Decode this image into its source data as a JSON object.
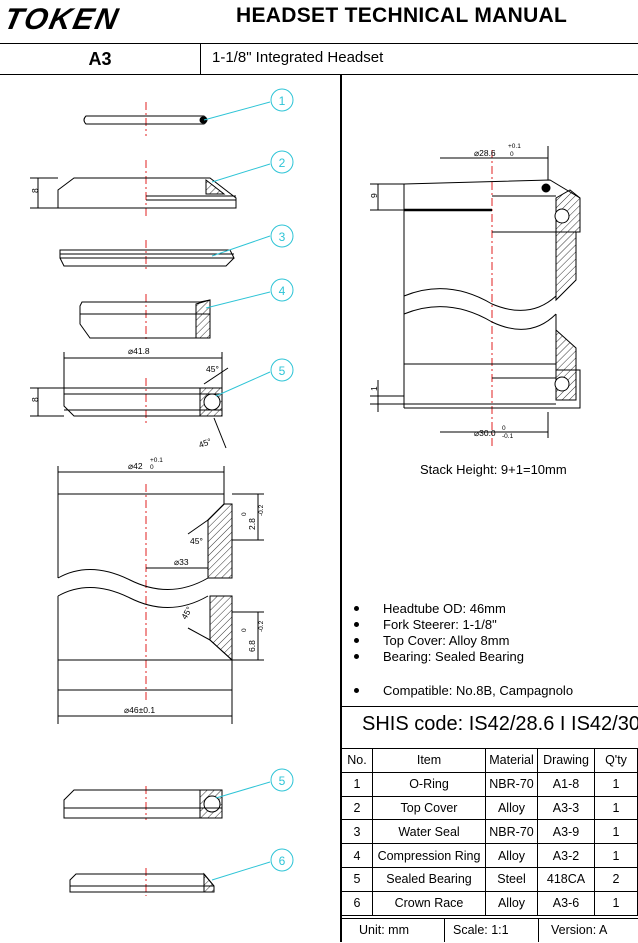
{
  "header": {
    "brand": "TOKEN",
    "title": "HEADSET TECHNICAL MANUAL",
    "model_code": "A3",
    "model_description": "1-1/8\" Integrated Headset"
  },
  "callouts": {
    "c1": "1",
    "c2": "2",
    "c3": "3",
    "c4": "4",
    "c5": "5",
    "c5b": "5",
    "c6": "6"
  },
  "dimensions": {
    "cover_height": "8",
    "bearing_od": "⌀41.8",
    "bearing_height": "8",
    "angle_top": "45°",
    "angle_bottom": "45°",
    "cup_id": "⌀42",
    "cup_id_tol_upper": "+0.1",
    "cup_id_tol_lower": "0",
    "top_depth": "2.8",
    "top_depth_tol_upper": "0",
    "top_depth_tol_lower": "-0.2",
    "angle_cup_top": "45°",
    "inner_dia": "⌀33",
    "angle_cup_bottom": "45°",
    "bottom_depth": "6.8",
    "bottom_depth_tol_upper": "0",
    "bottom_depth_tol_lower": "-0.2",
    "headtube_od": "⌀46±0.1",
    "steerer_dia": "⌀28.6",
    "steerer_tol_upper": "+0.1",
    "steerer_tol_lower": "0",
    "stack_top": "9",
    "stack_bottom": "1",
    "crown_dia": "⌀30.0",
    "crown_tol_upper": "0",
    "crown_tol_lower": "-0.1"
  },
  "stack_height": "Stack Height: 9+1=10mm",
  "specs": [
    "Headtube OD: 46mm",
    "Fork Steerer: 1-1/8\"",
    "Top Cover: Alloy 8mm",
    "Bearing: Sealed Bearing",
    "Compatible: No.8B, Campagnolo"
  ],
  "shis_code": "SHIS code: IS42/28.6 I IS42/30",
  "parts_table": {
    "headers": [
      "No.",
      "Item",
      "Material",
      "Drawing",
      "Q'ty"
    ],
    "rows": [
      [
        "1",
        "O-Ring",
        "NBR-70",
        "A1-8",
        "1"
      ],
      [
        "2",
        "Top Cover",
        "Alloy",
        "A3-3",
        "1"
      ],
      [
        "3",
        "Water Seal",
        "NBR-70",
        "A3-9",
        "1"
      ],
      [
        "4",
        "Compression Ring",
        "Alloy",
        "A3-2",
        "1"
      ],
      [
        "5",
        "Sealed Bearing",
        "Steel",
        "418CA",
        "2"
      ],
      [
        "6",
        "Crown Race",
        "Alloy",
        "A3-6",
        "1"
      ]
    ]
  },
  "footer": {
    "unit": "Unit: mm",
    "scale": "Scale: 1:1",
    "version": "Version: A"
  },
  "colors": {
    "callout": "#2ec4d6",
    "centerline": "#e02020",
    "ink": "#000000"
  }
}
